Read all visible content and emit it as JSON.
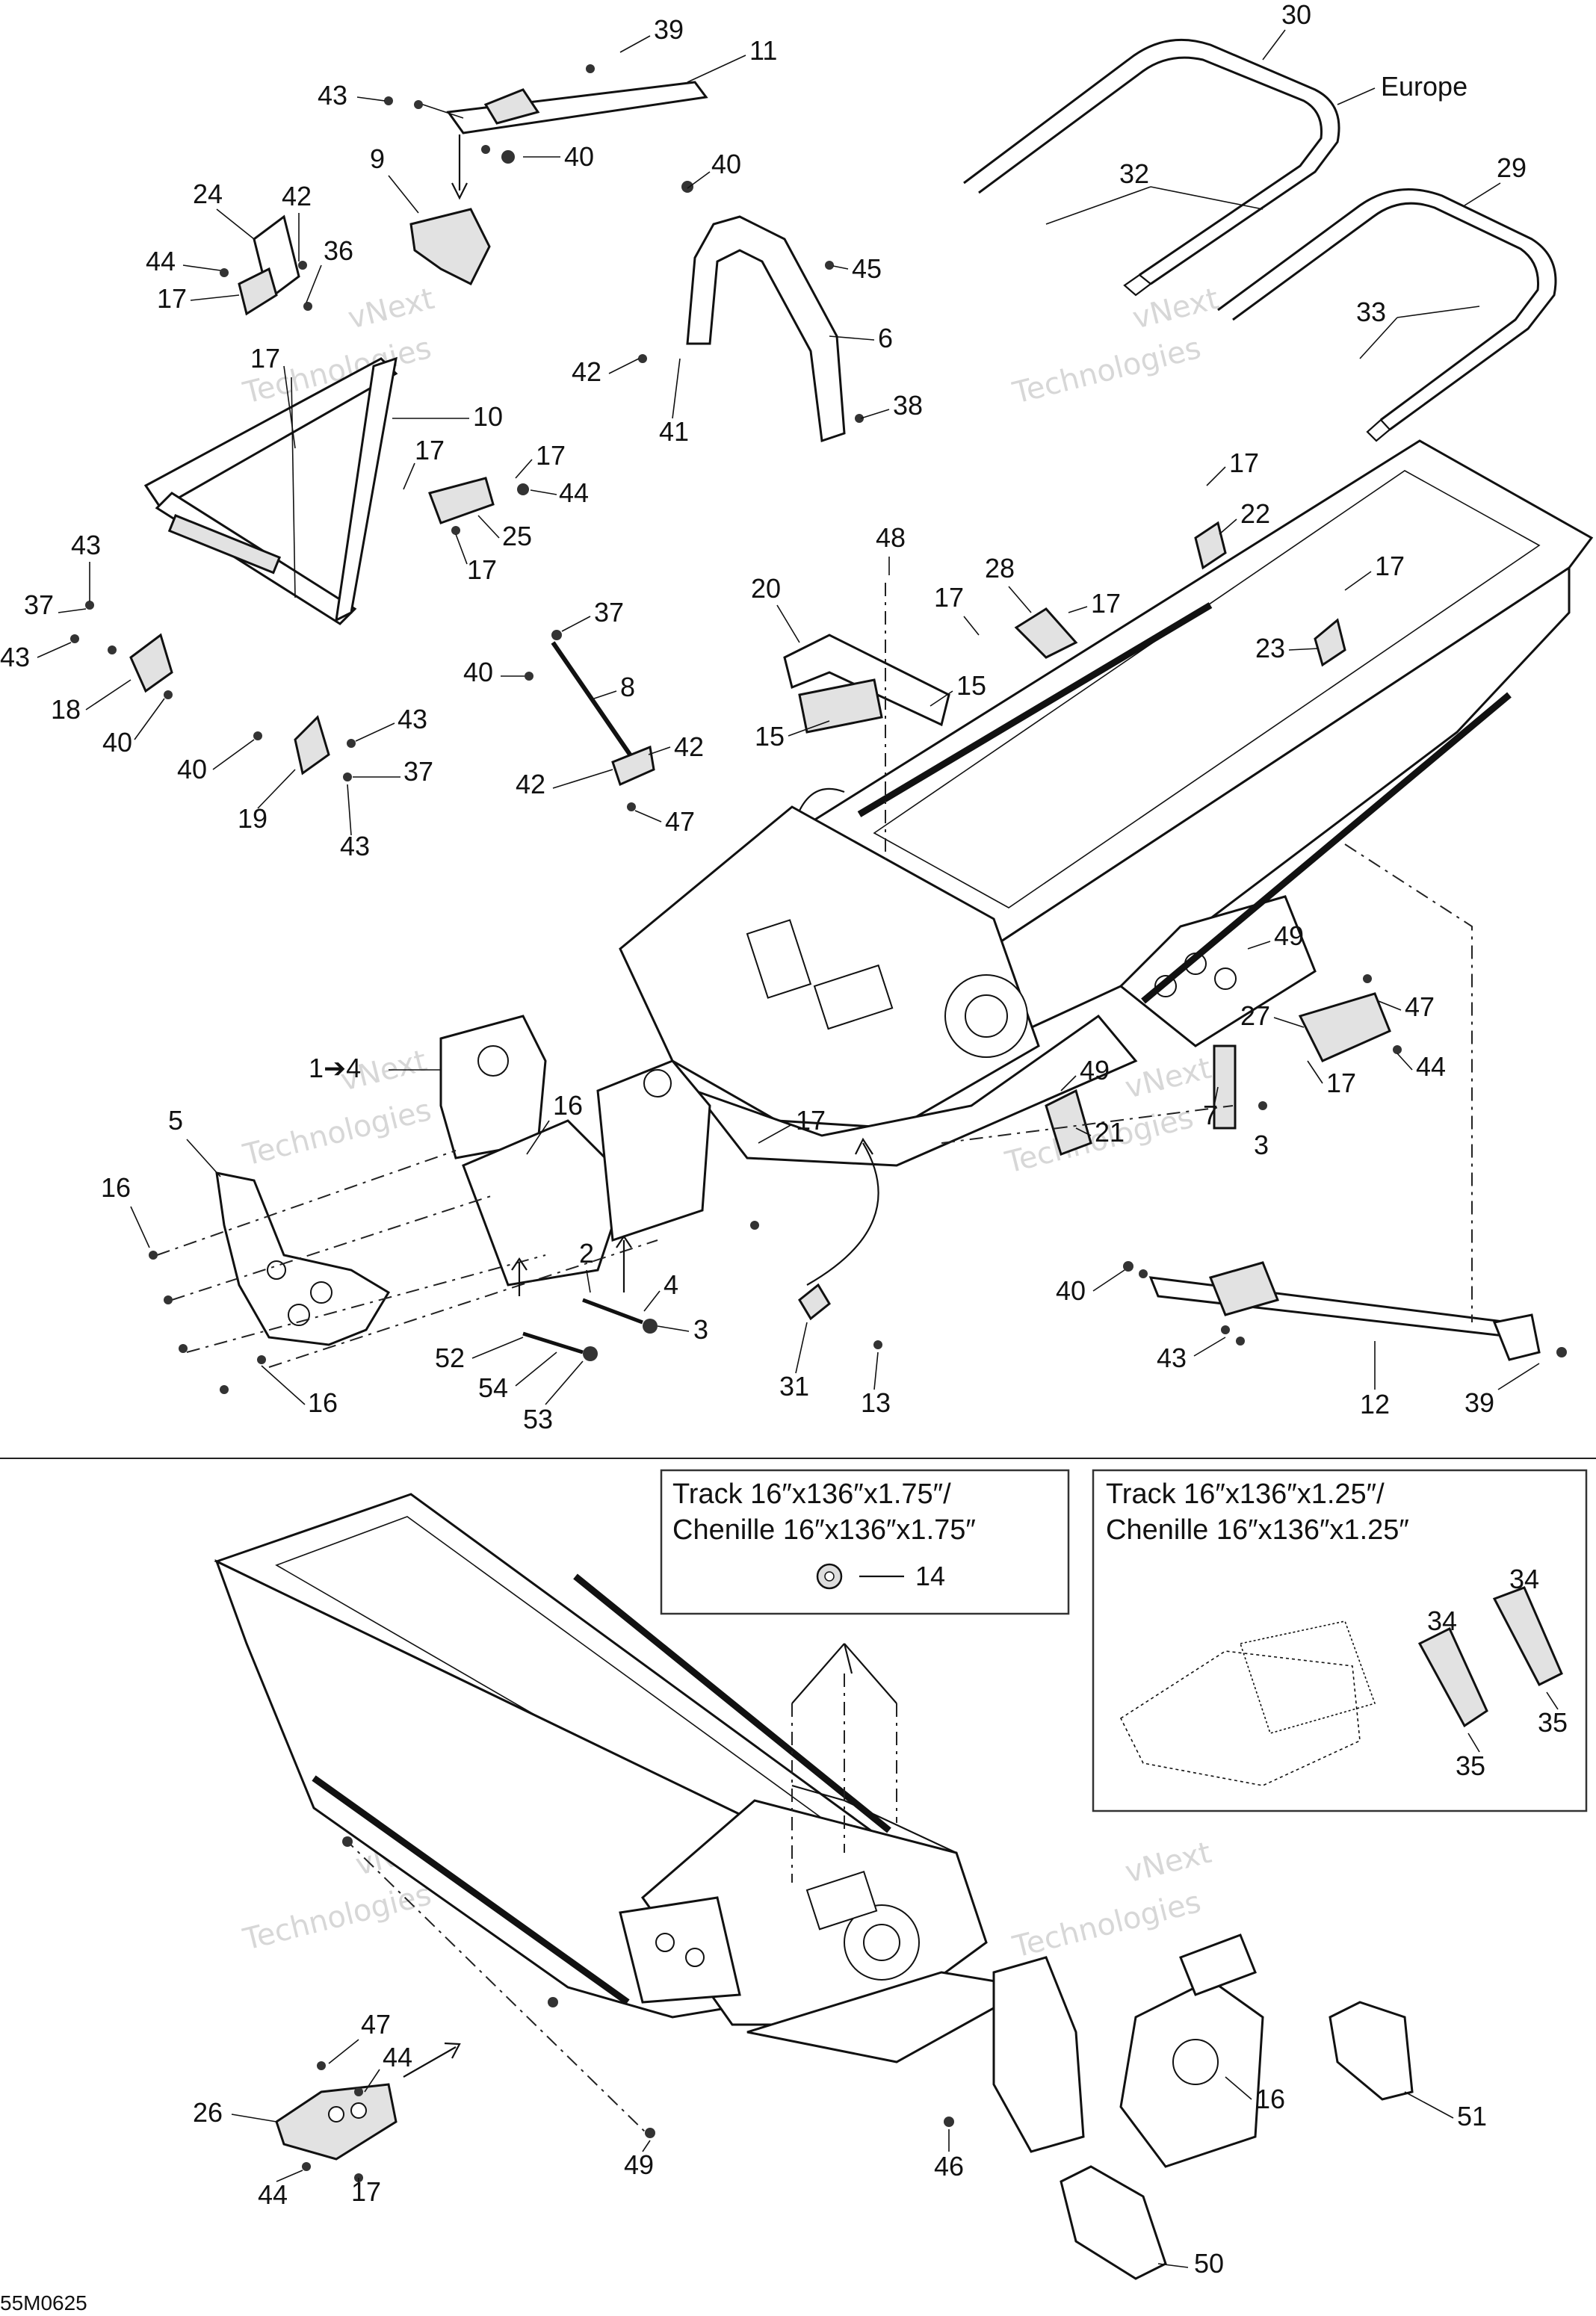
{
  "drawing_code": "55M0625",
  "region_label": "Europe",
  "watermark": {
    "line1": "vNext",
    "line2": "Technologies"
  },
  "track_box_1": {
    "line1": "Track 16″x136″x1.75″/",
    "line2": "Chenille 16″x136″x1.75″",
    "part": "14"
  },
  "track_box_2": {
    "line1": "Track 16″x136″x1.25″/",
    "line2": "Chenille 16″x136″x1.25″",
    "parts": [
      "34",
      "34",
      "35",
      "35"
    ]
  },
  "callouts": {
    "c39a": "39",
    "c11": "11",
    "c43a": "43",
    "c40a": "40",
    "c9": "9",
    "c30": "30",
    "c32": "32",
    "c29": "29",
    "c33": "33",
    "c24": "24",
    "c42a": "42",
    "c44a": "44",
    "c36": "36",
    "c17a": "17",
    "c17b": "17",
    "c40b": "40",
    "c45": "45",
    "c6": "6",
    "c42b": "42",
    "c41": "41",
    "c38": "38",
    "c10": "10",
    "c17c": "17",
    "c17d": "17",
    "c44b": "44",
    "c25": "25",
    "c17e": "17",
    "c43b": "43",
    "c37a": "37",
    "c43c": "43",
    "c18": "18",
    "c40c": "40",
    "c37b": "37",
    "c40d": "40",
    "c8": "8",
    "c42c": "42",
    "c42d": "42",
    "c47a": "47",
    "c43d": "43",
    "c40e": "40",
    "c37c": "37",
    "c19": "19",
    "c43e": "43",
    "c48": "48",
    "c20": "20",
    "c15a": "15",
    "c15b": "15",
    "c28": "28",
    "c17f": "17",
    "c17g": "17",
    "c17h": "17",
    "c22": "22",
    "c17i": "17",
    "c23": "23",
    "c49a": "49",
    "c27": "27",
    "c47b": "47",
    "c44c": "44",
    "c17j": "17",
    "c1to4": "1➔4",
    "c16a": "16",
    "c5": "5",
    "c16b": "16",
    "c16c": "16",
    "c17k": "17",
    "c49b": "49",
    "c7": "7",
    "c21": "21",
    "c3a": "3",
    "c2": "2",
    "c4": "4",
    "c3b": "3",
    "c52": "52",
    "c54": "54",
    "c53": "53",
    "c31": "31",
    "c13": "13",
    "c40f": "40",
    "c43f": "43",
    "c12": "12",
    "c39b": "39",
    "c47c": "47",
    "c44d": "44",
    "c26": "26",
    "c44e": "44",
    "c17l": "17",
    "c49c": "49",
    "c46": "46",
    "c16d": "16",
    "c51": "51",
    "c50": "50"
  }
}
